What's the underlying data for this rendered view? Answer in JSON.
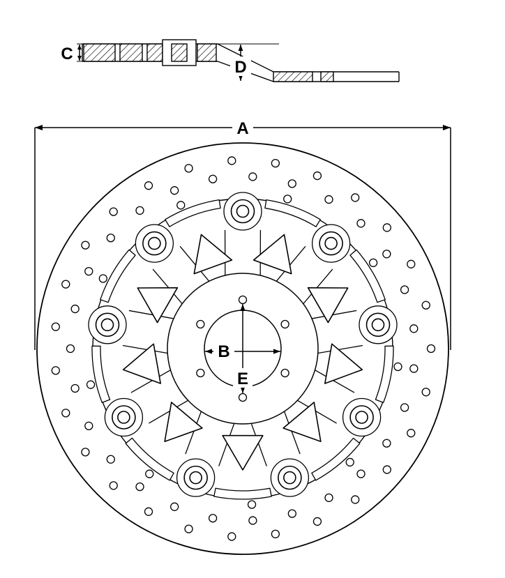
{
  "labels": {
    "a": "A",
    "b": "B",
    "c": "C",
    "d": "D",
    "e": "E"
  },
  "colors": {
    "ink": "#000000",
    "background": "#ffffff"
  }
}
